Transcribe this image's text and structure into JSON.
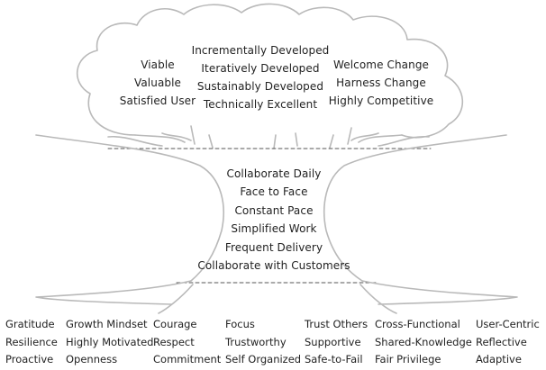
{
  "canopy": {
    "left": [
      "Viable",
      "Valuable",
      "Satisfied User"
    ],
    "center": [
      "Incrementally Developed",
      "Iteratively Developed",
      "Sustainably Developed",
      "Technically Excellent"
    ],
    "right": [
      "Welcome Change",
      "Harness Change",
      "Highly Competitive"
    ]
  },
  "trunk": [
    "Collaborate Daily",
    "Face to Face",
    "Constant Pace",
    "Simplified Work",
    "Frequent Delivery",
    "Collaborate with Customers"
  ],
  "roots": [
    [
      "Gratitude",
      "Resilience",
      "Proactive"
    ],
    [
      "Growth Mindset",
      "Highly Motivated",
      "Openness"
    ],
    [
      "Courage",
      "Respect",
      "Commitment"
    ],
    [
      "Focus",
      "Trustworthy",
      "Self Organized"
    ],
    [
      "Trust Others",
      "Supportive",
      "Safe-to-Fail"
    ],
    [
      "Cross-Functional",
      "Shared-Knowledge",
      "Fair Privilege"
    ],
    [
      "User-Centric",
      "Reflective",
      "Adaptive"
    ]
  ]
}
